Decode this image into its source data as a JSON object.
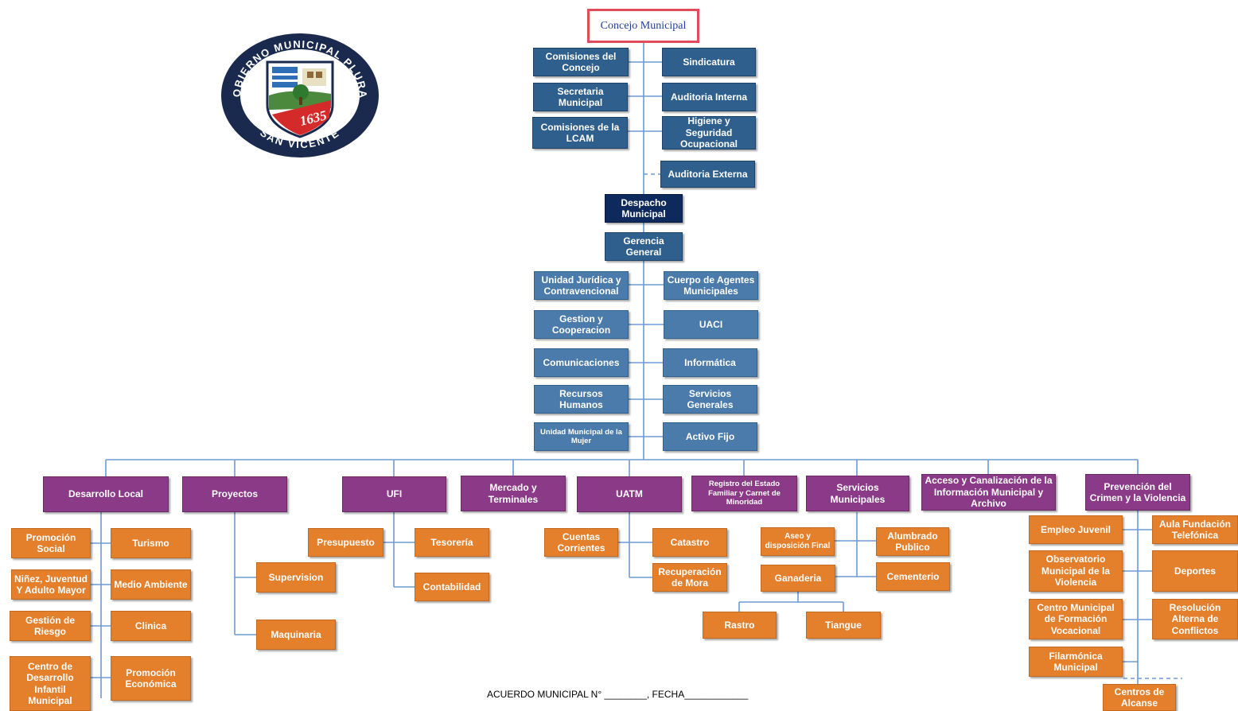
{
  "logo": {
    "arc_top": "GOBIERNO MUNICIPAL PLURAL",
    "arc_bottom": "SAN VICENTE",
    "year": "1635"
  },
  "top": {
    "concejo": "Concejo Municipal"
  },
  "council": {
    "left": [
      "Comisiones del Concejo",
      "Secretaria Municipal",
      "Comisiones de la LCAM"
    ],
    "right": [
      "Sindicatura",
      "Auditoria Interna",
      "Higiene y Seguridad Ocupacional",
      "Auditoria Externa"
    ]
  },
  "executive": {
    "despacho": "Despacho Municipal",
    "gerencia": "Gerencia General"
  },
  "staff": {
    "left": [
      "Unidad Jurídica y Contravencional",
      "Gestion y Cooperacion",
      "Comunicaciones",
      "Recursos Humanos",
      "Unidad Municipal de la Mujer"
    ],
    "right": [
      "Cuerpo de Agentes Municipales",
      "UACI",
      "Informática",
      "Servicios Generales",
      "Activo Fijo"
    ]
  },
  "departments": [
    "Desarrollo Local",
    "Proyectos",
    "UFI",
    "Mercado y Terminales",
    "UATM",
    "Registro del Estado Familiar y Carnet de Minoridad",
    "Servicios Municipales",
    "Acceso y Canalización de la Información Municipal y Archivo",
    "Prevención del Crimen y la Violencia"
  ],
  "units": {
    "desarrollo_left": [
      "Promoción Social",
      "Niñez, Juventud Y Adulto Mayor",
      "Gestión de Riesgo",
      "Centro de Desarrollo Infantil Municipal"
    ],
    "desarrollo_right": [
      "Turismo",
      "Medio Ambiente",
      "Clinica",
      "Promoción Económica"
    ],
    "proyectos": [
      "Supervision",
      "Maquinaria"
    ],
    "ufi": [
      "Presupuesto",
      "Tesorería",
      "Contabilidad"
    ],
    "uatm": [
      "Cuentas Corrientes",
      "Catastro",
      "Recuperación de Mora"
    ],
    "servicios": [
      "Aseo y disposición Final",
      "Alumbrado Publico",
      "Ganaderia",
      "Cementerio",
      "Rastro",
      "Tiangue"
    ],
    "prevencion_left": [
      "Empleo Juvenil",
      "Observatorio Municipal de la Violencia",
      "Centro Municipal de Formación Vocacional",
      "Filarmónica Municipal"
    ],
    "prevencion_right": [
      "Aula Fundación Telefónica",
      "Deportes",
      "Resolución Alterna de Conflictos"
    ],
    "centros": "Centros de Alcanse"
  },
  "footer": {
    "text": "ACUERDO MUNICIPAL N° ________, FECHA____________"
  },
  "colors": {
    "blue": "#2f5f8c",
    "navy": "#0e2a5c",
    "purple": "#8a3a87",
    "orange": "#e47f2c",
    "connector": "#6b9ad6",
    "highlight": "#e04d5a"
  }
}
